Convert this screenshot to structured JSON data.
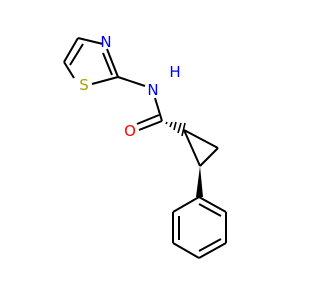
{
  "structure": {
    "atom_labels": {
      "thiazole_nitrogen": "N",
      "thiazole_sulfur": "S",
      "amide_nitrogen": "N",
      "amide_hydrogen": "H",
      "carbonyl_oxygen": "O"
    },
    "colors": {
      "bond": "#000000",
      "nitrogen": "#0000ff",
      "sulfur": "#b2a000",
      "oxygen": "#ff0000",
      "background": "#ffffff"
    }
  }
}
